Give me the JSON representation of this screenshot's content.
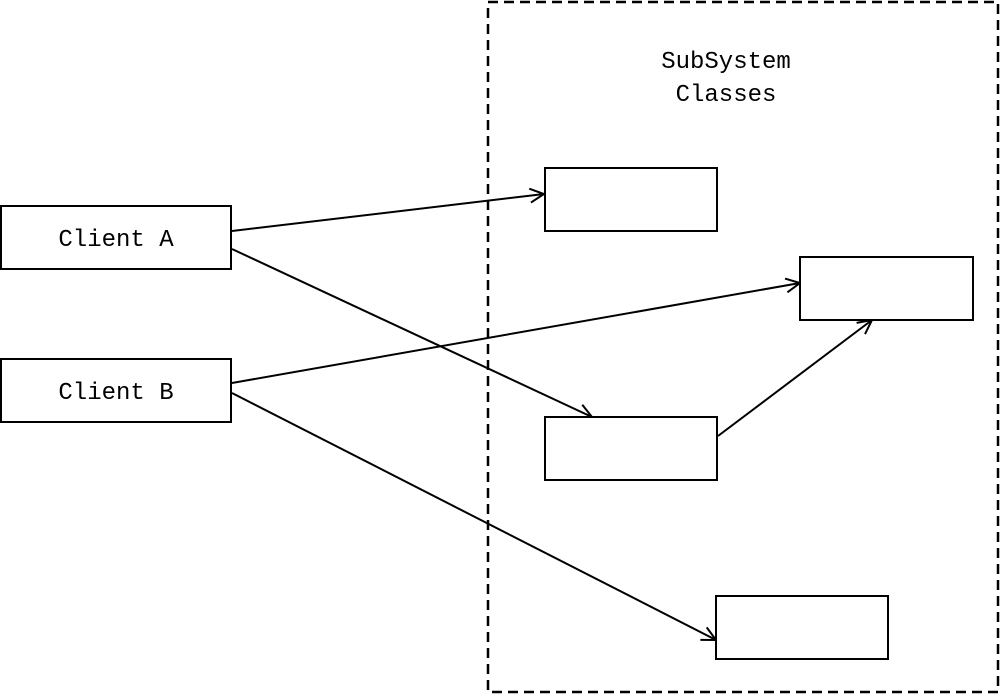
{
  "subsystem": {
    "title_line1": "SubSystem",
    "title_line2": "Classes"
  },
  "clients": [
    {
      "id": "client-a",
      "label": "Client A"
    },
    {
      "id": "client-b",
      "label": "Client B"
    }
  ],
  "subsystem_classes": [
    {
      "id": "class-1",
      "label": ""
    },
    {
      "id": "class-2",
      "label": ""
    },
    {
      "id": "class-3",
      "label": ""
    },
    {
      "id": "class-4",
      "label": ""
    }
  ],
  "dependencies": [
    {
      "from": "client-a",
      "to": "class-1"
    },
    {
      "from": "client-a",
      "to": "class-3"
    },
    {
      "from": "client-b",
      "to": "class-2"
    },
    {
      "from": "client-b",
      "to": "class-4"
    },
    {
      "from": "class-3",
      "to": "class-2"
    }
  ],
  "colors": {
    "stroke": "#000000",
    "background": "#ffffff"
  }
}
